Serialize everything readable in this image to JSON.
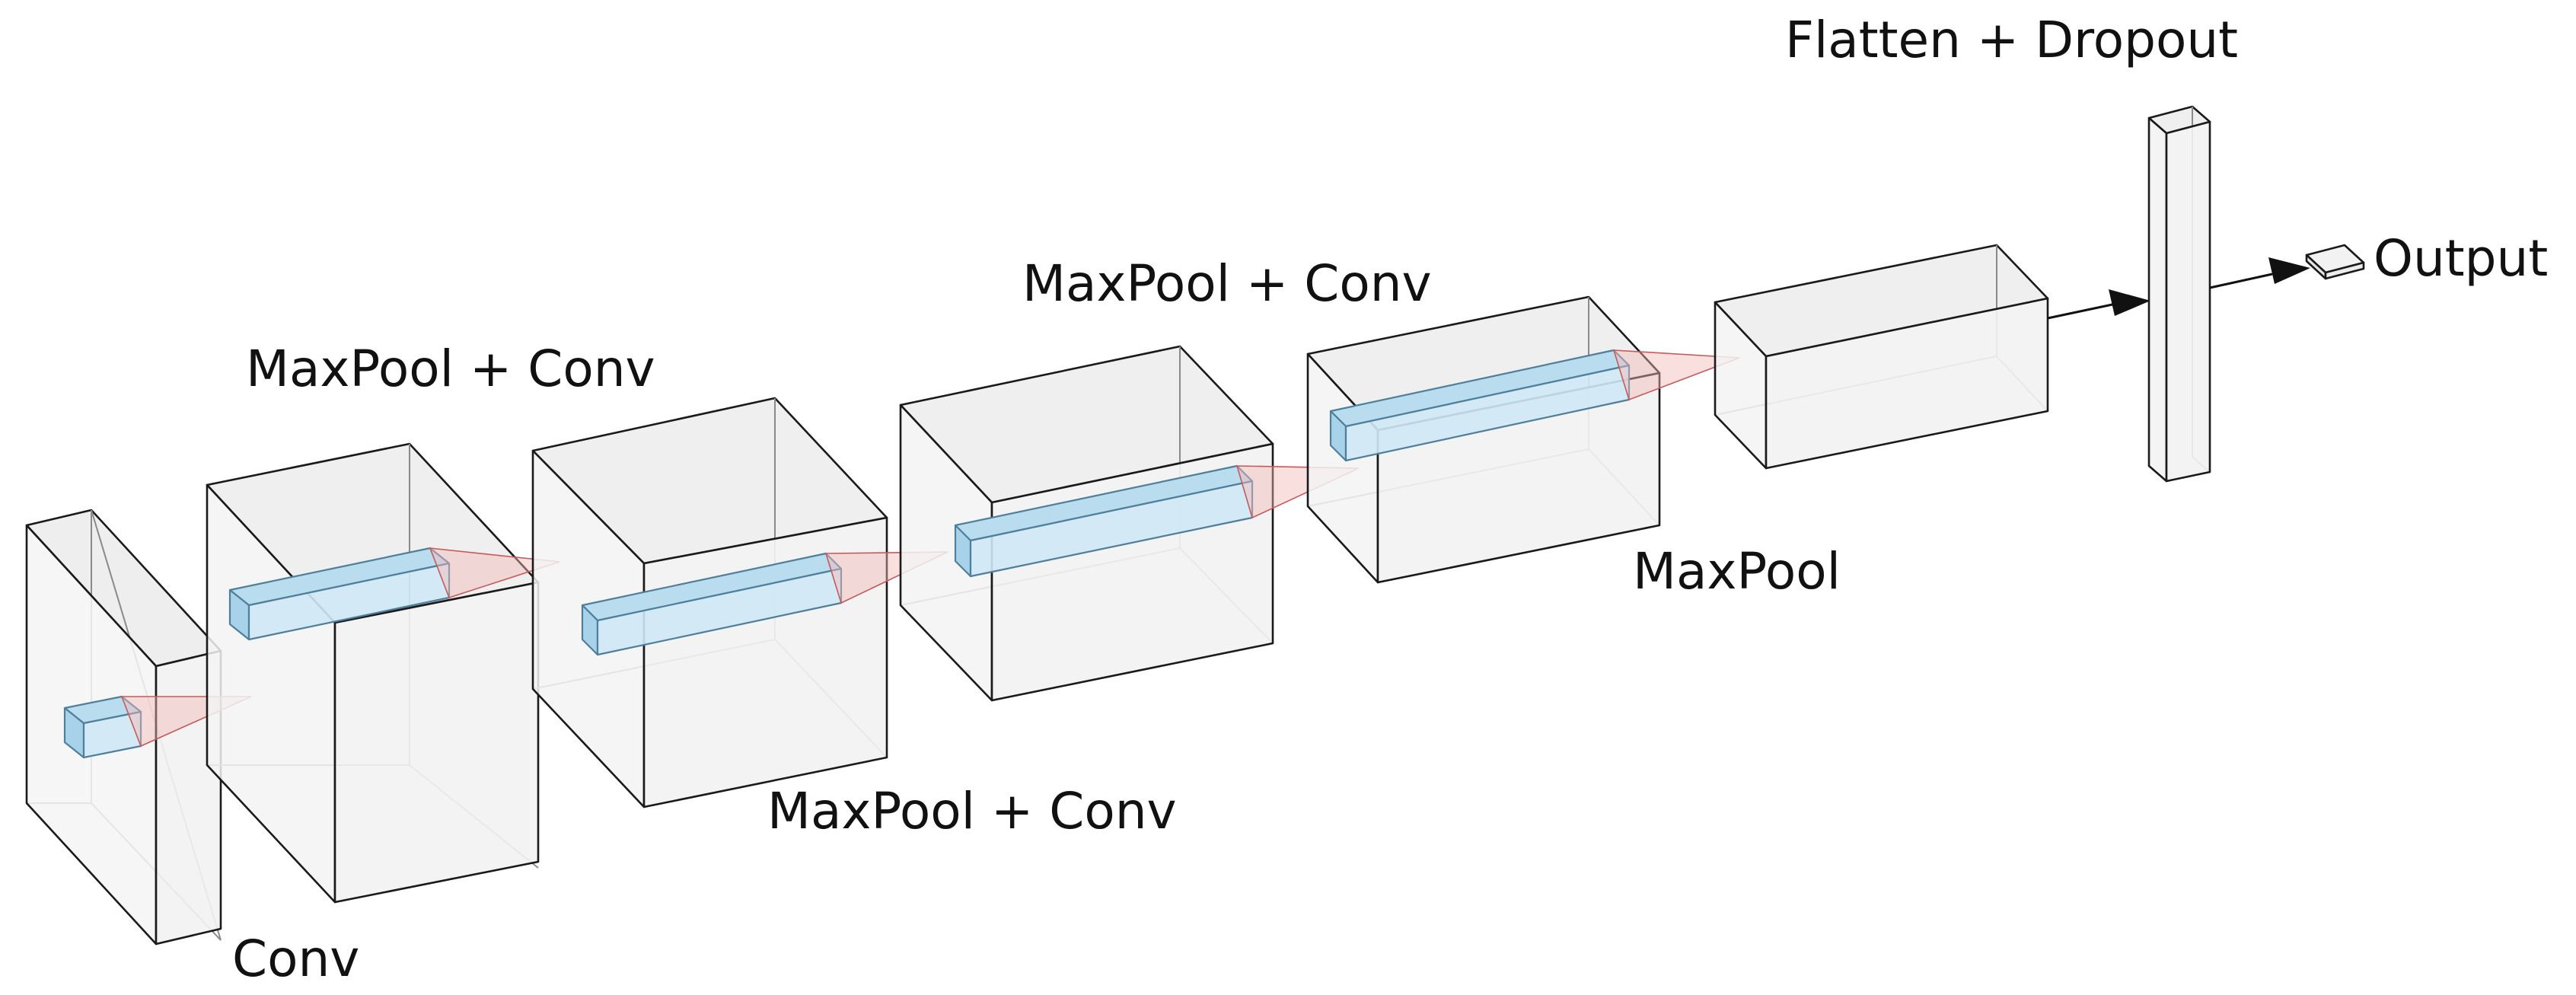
{
  "labels": {
    "conv": "Conv",
    "maxpool_conv_1": "MaxPool + Conv",
    "maxpool_conv_2": "MaxPool + Conv",
    "maxpool_conv_3": "MaxPool + Conv",
    "maxpool": "MaxPool",
    "flatten_dropout": "Flatten + Dropout",
    "output": "Output"
  },
  "colors": {
    "block_face": "#f2f2f2",
    "block_side": "#e6e6e6",
    "kernel_face": "#cfe8f5",
    "cone": "#f4b8b8",
    "edge": "#1a1a1a"
  }
}
